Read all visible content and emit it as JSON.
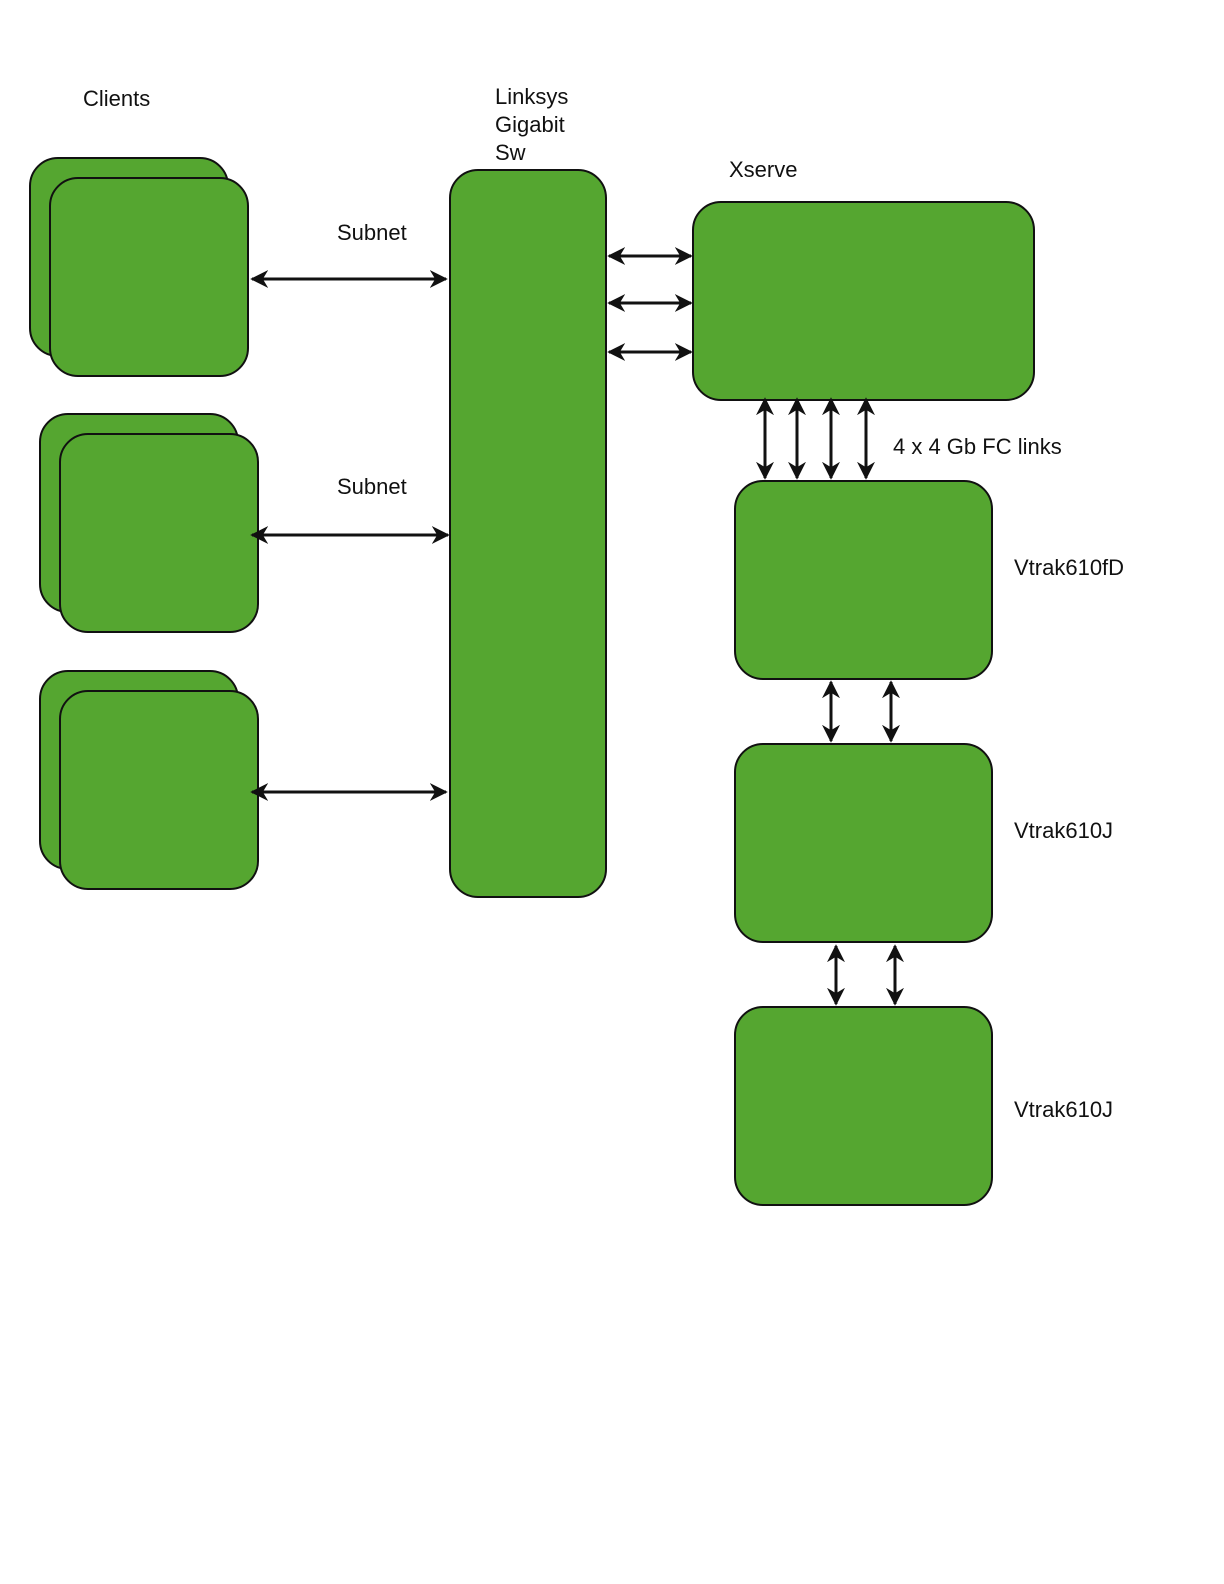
{
  "colors": {
    "node_fill": "#55a630",
    "stroke": "#111111",
    "background": "#ffffff"
  },
  "labels": {
    "clients": "Clients",
    "switch": "Linksys\nGigabit\nSw",
    "xserve": "Xserve",
    "subnet_1": "Subnet",
    "subnet_2": "Subnet",
    "fc_links": "4 x 4 Gb FC links",
    "storage_1": "Vtrak610fD",
    "storage_2": "Vtrak610J",
    "storage_3": "Vtrak610J"
  }
}
